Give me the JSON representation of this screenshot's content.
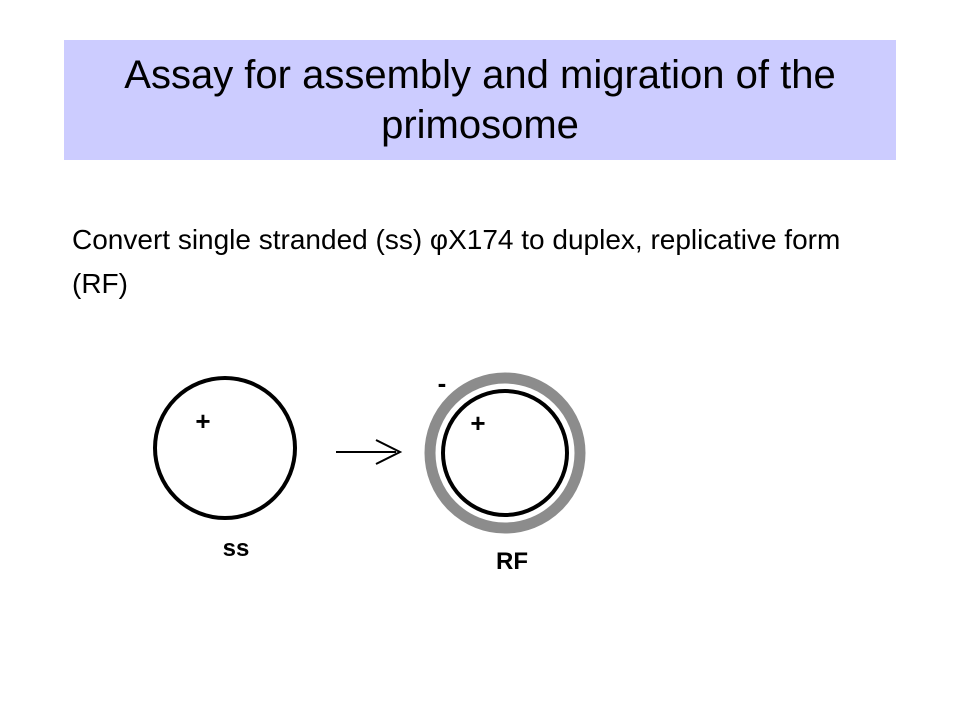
{
  "slide": {
    "title": "Assay for assembly and migration of the primosome",
    "body_text": "Convert single stranded (ss) φX174 to duplex, replicative form (RF)"
  },
  "diagram": {
    "ss_circle": {
      "plus_label": "+",
      "caption": "ss"
    },
    "rf_circle": {
      "minus_label": "-",
      "plus_label": "+",
      "caption": "RF"
    },
    "colors": {
      "title_background": "#ccccff",
      "inner_strand": "#000000",
      "outer_strand": "#8c8c8c"
    },
    "icons": {
      "conversion_arrow": "right-arrow-icon"
    }
  }
}
